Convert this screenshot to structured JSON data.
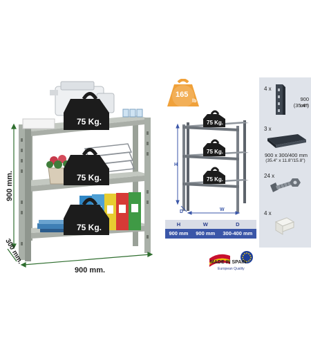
{
  "dimensions": {
    "height_label": "900 mm.",
    "depth_label": "300 mm.",
    "width_label": "900 mm."
  },
  "weight_badges": [
    "75 Kg.",
    "75 Kg.",
    "75 Kg."
  ],
  "small_weight_badges": [
    "75 Kg.",
    "75 Kg.",
    "75 Kg."
  ],
  "capacity_badge": {
    "value": "165",
    "unit": "lb"
  },
  "diagram_axes": {
    "h": "H",
    "w": "W",
    "d": "D"
  },
  "dim_table": {
    "headers": [
      "H",
      "W",
      "D"
    ],
    "values": [
      "900 mm",
      "900 mm",
      "300-400 mm"
    ]
  },
  "parts": [
    {
      "qty": "4 x",
      "desc": [
        "900 mm",
        "(35.4\")"
      ],
      "icon": "upright-post-icon"
    },
    {
      "qty": "3 x",
      "desc": [
        "900 x 300/400 mm",
        "(35.4\" x 11.8\"/15.8\")"
      ],
      "icon": "shelf-tray-icon"
    },
    {
      "qty": "24 x",
      "desc": [],
      "icon": "bolt-nut-icon"
    },
    {
      "qty": "4 x",
      "desc": [],
      "icon": "foot-cap-icon"
    }
  ],
  "origin_badge": {
    "text": "MADE IN SPAIN",
    "subtext": "European Quality"
  },
  "colors": {
    "shelf": "#b5bab3",
    "upright": "#a9b0a8",
    "weight": "#1c1c1c",
    "table_blue": "#3a56a8",
    "badge_orange": "#f0a13a"
  }
}
